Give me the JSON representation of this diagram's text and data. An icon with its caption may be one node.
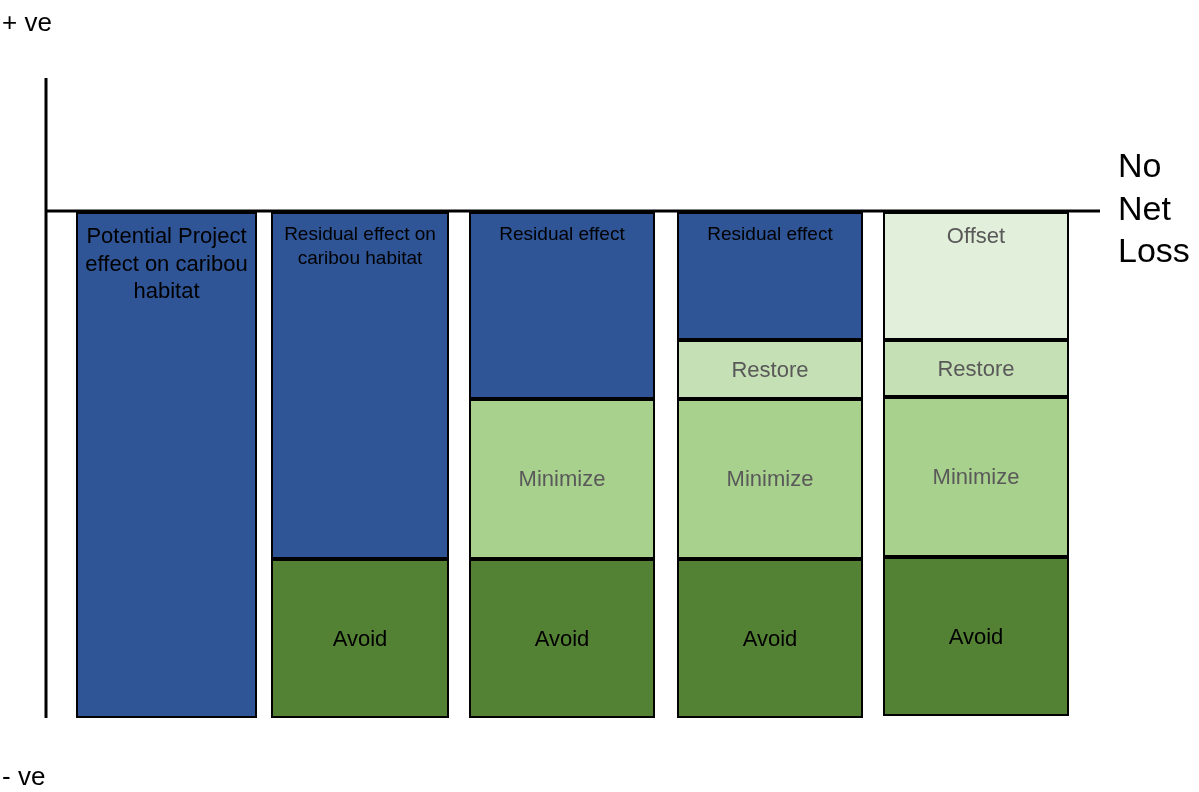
{
  "diagram": {
    "nodes": [
      {
        "text": [
          "Potential Project effect on caribou habitat"
        ]
      },
      {
        "text": [
          "Residual effect on caribou habitat"
        ]
      },
      {
        "text": [
          "Avoid"
        ]
      },
      {
        "text": [
          "Residual effect"
        ]
      },
      {
        "text": [
          "Minimize"
        ]
      },
      {
        "text": [
          "Avoid"
        ]
      },
      {
        "text": [
          "Residual effect"
        ]
      },
      {
        "text": [
          "Restore"
        ]
      },
      {
        "text": [
          "Minimize"
        ]
      },
      {
        "text": [
          "Avoid"
        ]
      },
      {
        "text": [
          "Offset"
        ]
      },
      {
        "text": [
          "Restore"
        ]
      },
      {
        "text": [
          "Minimize"
        ]
      },
      {
        "text": [
          "Avoid"
        ]
      }
    ],
    "labels": [
      "+ ve",
      "- ve",
      "No Net Loss"
    ]
  }
}
